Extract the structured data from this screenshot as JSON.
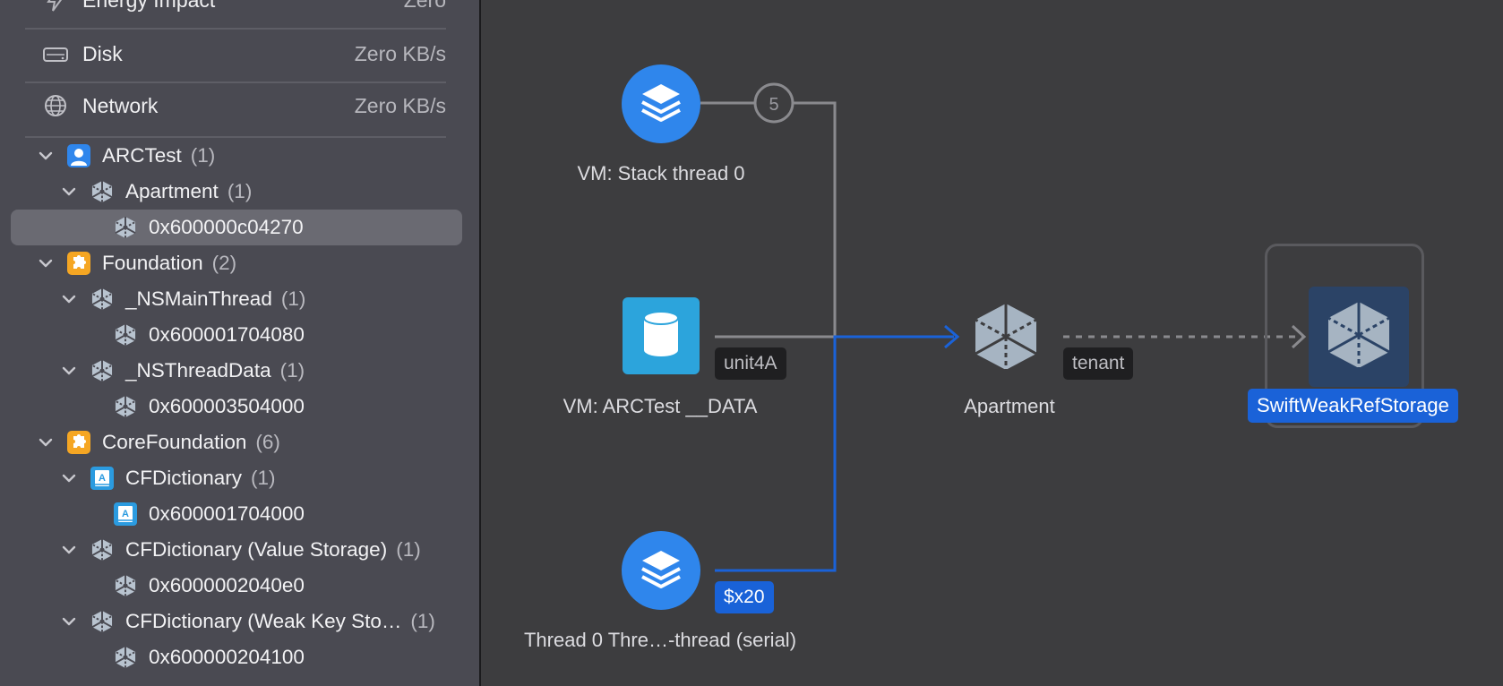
{
  "sidebar": {
    "metrics": [
      {
        "label": "Energy Impact",
        "value": "Zero",
        "icon": "energy-icon"
      },
      {
        "label": "Disk",
        "value": "Zero KB/s",
        "icon": "disk-icon"
      },
      {
        "label": "Network",
        "value": "Zero KB/s",
        "icon": "network-icon"
      }
    ],
    "tree": [
      {
        "label": "ARCTest",
        "count": "(1)",
        "icon": "user-app-icon",
        "level": 0
      },
      {
        "label": "Apartment",
        "count": "(1)",
        "icon": "class-cube-icon",
        "level": 1
      },
      {
        "label": "0x600000c04270",
        "count": "",
        "icon": "instance-cube-icon",
        "level": 2,
        "selected": true
      },
      {
        "label": "Foundation",
        "count": "(2)",
        "icon": "framework-puzzle-icon",
        "level": 0
      },
      {
        "label": "_NSMainThread",
        "count": "(1)",
        "icon": "class-cube-icon",
        "level": 1
      },
      {
        "label": "0x600001704080",
        "count": "",
        "icon": "instance-cube-icon",
        "level": 2
      },
      {
        "label": "_NSThreadData",
        "count": "(1)",
        "icon": "class-cube-icon",
        "level": 1
      },
      {
        "label": "0x600003504000",
        "count": "",
        "icon": "instance-cube-icon",
        "level": 2
      },
      {
        "label": "CoreFoundation",
        "count": "(6)",
        "icon": "framework-puzzle-icon",
        "level": 0
      },
      {
        "label": "CFDictionary",
        "count": "(1)",
        "icon": "dictionary-book-icon",
        "level": 1
      },
      {
        "label": "0x600001704000",
        "count": "",
        "icon": "dictionary-book-icon",
        "level": 2
      },
      {
        "label": "CFDictionary (Value Storage)",
        "count": "(1)",
        "icon": "class-cube-icon",
        "level": 1
      },
      {
        "label": "0x6000002040e0",
        "count": "",
        "icon": "instance-cube-icon",
        "level": 2
      },
      {
        "label": "CFDictionary (Weak Key Sto…",
        "count": "(1)",
        "icon": "class-cube-icon",
        "level": 1
      },
      {
        "label": "0x600000204100",
        "count": "",
        "icon": "instance-cube-icon",
        "level": 2
      }
    ]
  },
  "graph": {
    "nodes": {
      "stack": {
        "label": "VM: Stack thread 0",
        "icon": "layers-icon"
      },
      "data": {
        "label": "VM: ARCTest __DATA",
        "icon": "database-icon"
      },
      "thread": {
        "label": "Thread 0  Thre…-thread  (serial)",
        "icon": "layers-icon"
      },
      "apartment": {
        "label": "Apartment",
        "icon": "cube-icon"
      },
      "weakref": {
        "label": "SwiftWeakRefStorage",
        "icon": "cube-icon"
      }
    },
    "edges": {
      "count_badge": "5",
      "unit4A": "unit4A",
      "x20": "$x20",
      "tenant": "tenant"
    }
  },
  "colors": {
    "accent_blue": "#2f86ec",
    "edge_blue": "#1a62d8",
    "edge_gray": "#8a8a8e",
    "background": "#3d3d3f",
    "sidebar": "#4a4a52"
  }
}
